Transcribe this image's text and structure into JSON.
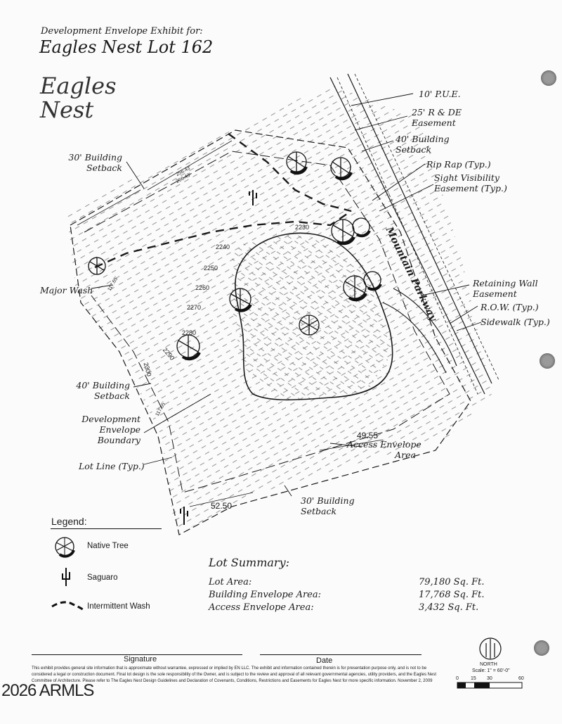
{
  "header": {
    "subtitle": "Development Envelope Exhibit for:",
    "title": "Eagles Nest Lot 162"
  },
  "logo": {
    "text": "Eagles Nest"
  },
  "road": {
    "name": "Mountain Parkway"
  },
  "annotations": {
    "pue": "10' P.U.E.",
    "rde_1": "25' R & DE",
    "rde_2": "Easement",
    "bsb40_top_1": "40' Building",
    "bsb40_top_2": "Setback",
    "rip_rap": "Rip Rap (Typ.)",
    "sight_1": "Sight Visibility",
    "sight_2": "Easement (Typ.)",
    "retain_1": "Retaining Wall",
    "retain_2": "Easement",
    "row": "R.O.W. (Typ.)",
    "sidewalk": "Sidewalk (Typ.)",
    "bsb30_left_1": "30' Building",
    "bsb30_left_2": "Setback",
    "major_wash": "Major Wash",
    "bsb40_left_1": "40' Building",
    "bsb40_left_2": "Setback",
    "dev_env_1": "Development",
    "dev_env_2": "Envelope",
    "dev_env_3": "Boundary",
    "lot_line": "Lot Line (Typ.)",
    "access_1": "Access Envelope",
    "access_2": "Area",
    "bsb30_bottom_1": "30' Building",
    "bsb30_bottom_2": "Setback"
  },
  "contours": [
    "2230",
    "2240",
    "2250",
    "2260",
    "2270",
    "2280",
    "2290",
    "2300"
  ],
  "dimensions": {
    "d1": "49.55",
    "d2": "52.50",
    "d3": "256.43'",
    "d4": "266.43'",
    "d5": "117.65'",
    "d6": "117.65'"
  },
  "legend": {
    "heading": "Legend:",
    "items": [
      {
        "icon": "native-tree-icon",
        "label": "Native Tree"
      },
      {
        "icon": "saguaro-icon",
        "label": "Saguaro"
      },
      {
        "icon": "intermittent-wash-icon",
        "label": "Intermittent Wash"
      }
    ]
  },
  "summary": {
    "heading": "Lot Summary:",
    "rows": [
      {
        "label": "Lot Area:",
        "value": "79,180 Sq. Ft."
      },
      {
        "label": "Building Envelope Area:",
        "value": "17,768 Sq. Ft."
      },
      {
        "label": "Access Envelope Area:",
        "value": "3,432 Sq. Ft."
      }
    ]
  },
  "footer": {
    "signature": "Signature",
    "date": "Date",
    "disclaimer": "This exhibit provides general site information that is approximate without warrantee, expressed or implied by EN LLC. The exhibit and information contained therein is for presentation purpose only, and is not to be considered a legal or construction document. Final lot design is the sole responsibility of the Owner, and is subject to the review and approval of all relevant governmental agencies, utility providers, and the Eagles Nest Committee of Architecture. Please refer to The Eagles Nest Design Guidelines and Declaration of Covenants, Conditions, Restrictions and Easements for Eagles Nest for more specific information. November 2, 2009",
    "watermark": "2026 ARMLS"
  },
  "north": {
    "label": "NORTH",
    "scale": "Scale: 1\" = 60'-0\"",
    "ticks": [
      "0",
      "15",
      "30",
      "60"
    ]
  },
  "colors": {
    "ink": "#1a1a1a",
    "paper": "#fbfbfb",
    "hole": "#9a9a9a"
  }
}
